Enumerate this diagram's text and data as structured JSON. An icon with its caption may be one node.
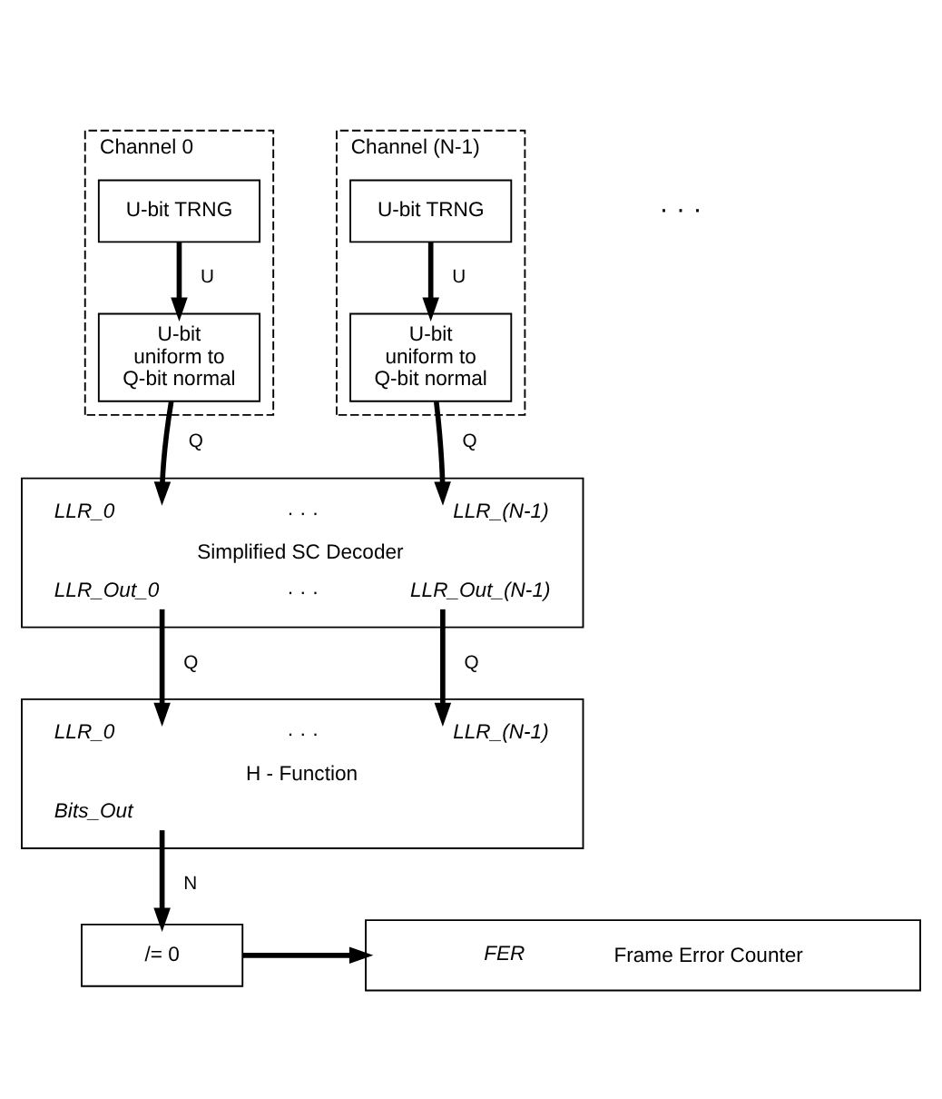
{
  "diagram": {
    "nodes": [
      {
        "text": [
          "Channel 0"
        ]
      },
      {
        "text": [
          "U-bit TRNG"
        ],
        "in": 0
      },
      {
        "text": [
          "U-bit uniform to Q-bit normal"
        ],
        "in": 0
      },
      {
        "text": [
          "Channel (N-1)"
        ]
      },
      {
        "text": [
          "U-bit TRNG"
        ],
        "in": 3
      },
      {
        "text": [
          "U-bit uniform to Q-bit normal"
        ],
        "in": 3
      },
      {
        "text": [
          "LLR_0",
          "· · ·",
          "LLR_(N-1)",
          "Simplified SC Decoder",
          "LLR_Out_0",
          "· · ·",
          "LLR_Out_(N-1)"
        ]
      },
      {
        "text": [
          "LLR_0",
          "· · ·",
          "LLR_(N-1)",
          "H - Function",
          "Bits_Out"
        ]
      },
      {
        "text": [
          "/= 0"
        ]
      },
      {
        "text": [
          "FER",
          "Frame Error Counter"
        ]
      }
    ],
    "edges": [
      {
        "from": 1,
        "to": 2,
        "arrow": "to",
        "label": "U"
      },
      {
        "from": 2,
        "to": 6,
        "arrow": "to",
        "label": "Q"
      },
      {
        "from": 4,
        "to": 5,
        "arrow": "to",
        "label": "U"
      },
      {
        "from": 5,
        "to": 6,
        "arrow": "to",
        "label": "Q"
      },
      {
        "from": 6,
        "to": 7,
        "arrow": "to",
        "label": "Q"
      },
      {
        "from": 6,
        "to": 7,
        "arrow": "to",
        "label": "Q"
      },
      {
        "from": 7,
        "to": 8,
        "arrow": "to",
        "label": "N"
      },
      {
        "from": 8,
        "to": 9,
        "arrow": "to"
      }
    ],
    "labels": [
      "· · ·"
    ]
  }
}
